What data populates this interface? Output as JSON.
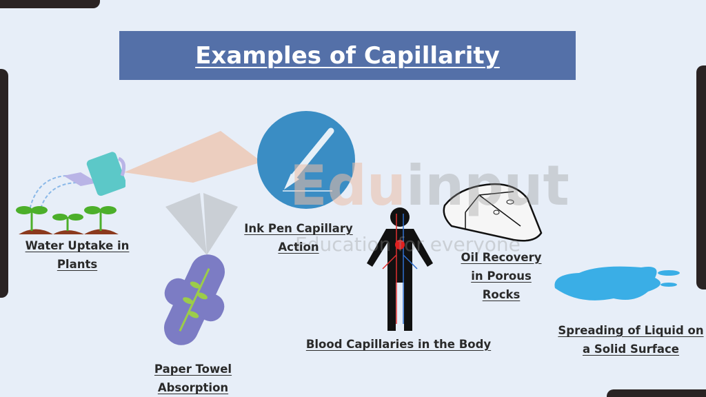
{
  "title": "Examples of Capillarity",
  "watermark": {
    "brand_a": "Edu",
    "brand_b": "input",
    "tagline": "Education for everyone"
  },
  "colors": {
    "background": "#e7eef8",
    "banner": "#5470a8",
    "frame": "#2a2323",
    "pen_circle": "#3a8dc4",
    "liquid": "#3aaee6"
  },
  "examples": [
    {
      "lines": [
        "Water Uptake in",
        "Plants"
      ],
      "icon": "watering-can-plants-icon"
    },
    {
      "lines": [
        "Ink Pen Capillary",
        "Action"
      ],
      "icon": "fountain-pen-icon"
    },
    {
      "lines": [
        "Paper Towel",
        "Absorption"
      ],
      "icon": "sanitary-pad-icon"
    },
    {
      "lines": [
        "Blood Capillaries in the Body"
      ],
      "icon": "human-circulatory-icon"
    },
    {
      "lines": [
        "Oil Recovery",
        "in Porous",
        "Rocks"
      ],
      "icon": "porous-rock-icon"
    },
    {
      "lines": [
        "Spreading of Liquid on",
        "a Solid Surface"
      ],
      "icon": "liquid-puddle-icon"
    }
  ]
}
